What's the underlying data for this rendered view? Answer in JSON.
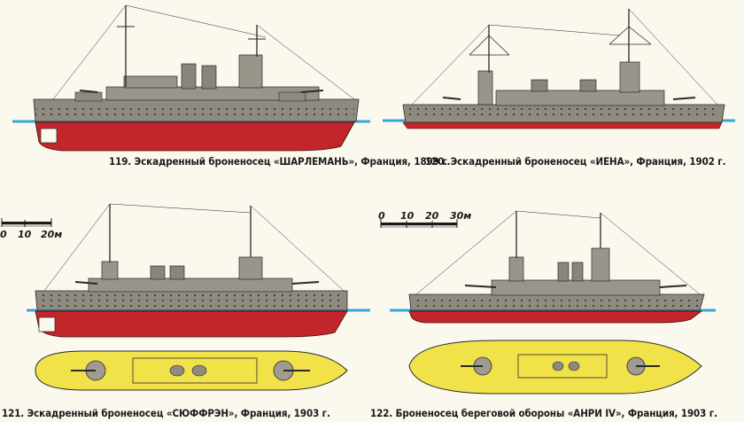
{
  "ships": [
    {
      "caption": "119. Эскадренный броненосец «ШАРЛЕМАНЬ», Франция, 1899 г."
    },
    {
      "caption": "120. Эскадренный броненосец «ИЕНА», Франция, 1902 г."
    },
    {
      "caption": "121. Эскадренный броненосец «СЮФФРЭН», Франция, 1903 г."
    },
    {
      "caption": "122. Броненосец береговой обороны «АНРИ IV», Франция, 1903 г."
    }
  ],
  "scales": [
    {
      "labels": [
        "0",
        "10",
        "20м"
      ]
    },
    {
      "labels": [
        "0",
        "10",
        "20",
        "30м"
      ]
    }
  ],
  "colors": {
    "hull_gray": "#8f8a80",
    "hull_red": "#c2262b",
    "water_blue": "#38a7d8",
    "deck_yellow": "#f1e24a",
    "paper": "#fbf8ee"
  }
}
